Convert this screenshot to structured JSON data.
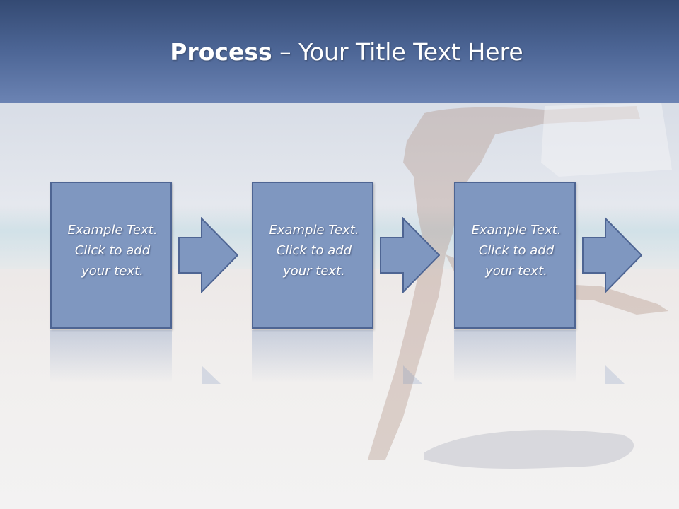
{
  "slide": {
    "title_bold": "Process",
    "title_rest": " – Your Title Text Here"
  },
  "steps": [
    {
      "lines": [
        "Example Text.",
        "Click  to add",
        "your text."
      ]
    },
    {
      "lines": [
        "Example Text.",
        "Click  to add",
        "your text."
      ]
    },
    {
      "lines": [
        "Example Text.",
        "Click  to add",
        "your text."
      ]
    }
  ],
  "colors": {
    "header": "#4d6696",
    "box_fill": "#7f97c0",
    "box_border": "#4e6593"
  }
}
